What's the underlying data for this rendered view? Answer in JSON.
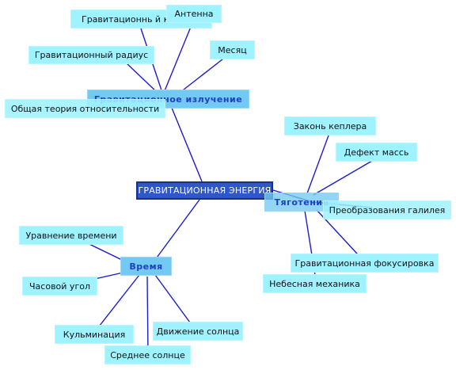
{
  "root": {
    "label": "ГРАВИТАЦИОННАЯ ЭНЕРГИЯ"
  },
  "branches": {
    "radiation": {
      "label": "Гравитационное излучение",
      "children": {
        "collapse": "Гравитационнь й коллапс",
        "antenna": "Антенна",
        "radius": "Гравитационный радиус",
        "month": "Месяц",
        "relativity": "Общая теория относительности"
      }
    },
    "gravitation": {
      "label": "Тяготение",
      "children": {
        "kepler": "Законь кеплера",
        "mass_defect": "Дефект массь",
        "galileo": "Преобразования галилея",
        "focusing": "Гравитационная фокусировка",
        "celestial": "Небесная механика"
      }
    },
    "time": {
      "label": "Время",
      "children": {
        "equation": "Уравнение времени",
        "hour_angle": "Часовой угол",
        "culmination": "Кульминация",
        "sun_motion": "Движение солнца",
        "mean_sun": "Среднее солнце"
      }
    }
  },
  "colors": {
    "leaf_fill": "#9ff2ff",
    "branch_fill": "#73c9f2",
    "branch_text": "#1d3fc4",
    "root_fill": "#2f57c9",
    "root_border": "#1b2f8a",
    "connector": "#1d1dcc"
  }
}
